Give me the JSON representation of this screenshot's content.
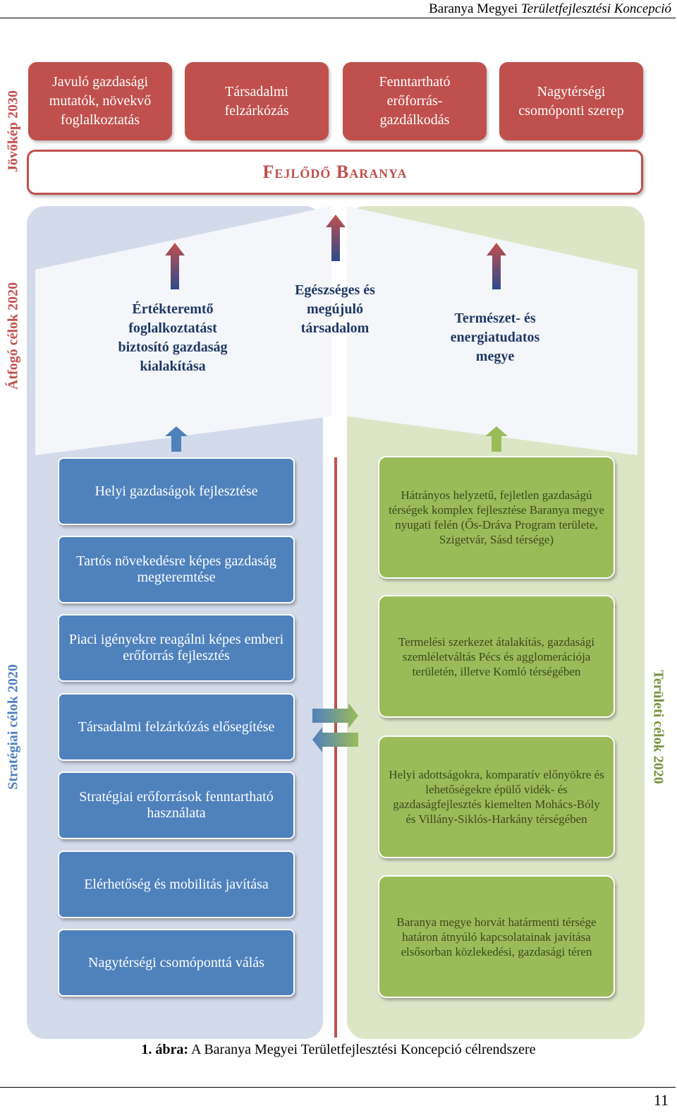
{
  "header": {
    "normal": "Baranya Megyei ",
    "italic": "Területfejlesztési Koncepció"
  },
  "side_labels": {
    "vision": "Jövőkép 2030",
    "overarching": "Átfogó célok 2020",
    "strategic": "Stratégiai célok 2020",
    "territorial": "Területi célok 2020"
  },
  "vision_boxes": [
    "Javuló gazdasági\nmutatók, növekvő\nfoglalkoztatás",
    "Társadalmi\nfelzárkózás",
    "Fenntartható\nerőforrás-\ngazdálkodás",
    "Nagytérségi\ncsomóponti szerep"
  ],
  "banner": "Fejlődő Baranya",
  "overarching_goals": [
    "Értékteremtő\nfoglalkoztatást\nbiztosító gazdaság\nkialakítása",
    "Egészséges és\nmegújuló\ntársadalom",
    "Természet- és\nenergiatudatos\nmegye"
  ],
  "strategic_goals": [
    "Helyi gazdaságok fejlesztése",
    "Tartós növekedésre képes gazdaság megteremtése",
    "Piaci igényekre reagálni képes emberi erőforrás fejlesztés",
    "Társadalmi felzárkózás elősegítése",
    "Stratégiai erőforrások fenntartható használata",
    "Elérhetőség és mobilitás javítása",
    "Nagytérségi csomóponttá válás"
  ],
  "territorial_goals": [
    "Hátrányos helyzetű, fejletlen gazdaságú térségek komplex fejlesztése Baranya megye nyugati felén (Ős-Dráva Program területe, Szigetvár, Sásd térsége)",
    "Termelési szerkezet átalakítás, gazdasági szemléletváltás Pécs és agglomerációja területén, illetve Komló térségében",
    "Helyi adottságokra, komparatív előnyökre és lehetőségekre épülő vidék- és gazdaságfejlesztés kiemelten Mohács-Bóly és Villány-Siklós-Harkány térségében",
    "Baranya megye horvát határmenti térsége határon átnyúló kapcsolatainak javítása elsősorban közlekedési, gazdasági téren"
  ],
  "caption": {
    "label": "1. ábra:",
    "text": " A Baranya Megyei Területfejlesztési Koncepció célrendszere"
  },
  "page_number": "11",
  "colors": {
    "red": "#C0504D",
    "blue": "#4F81BD",
    "green": "#9BBB59",
    "blue_panel": "#D3DAEA",
    "green_panel": "#DCE6C6",
    "navy_text": "#1F3864"
  }
}
